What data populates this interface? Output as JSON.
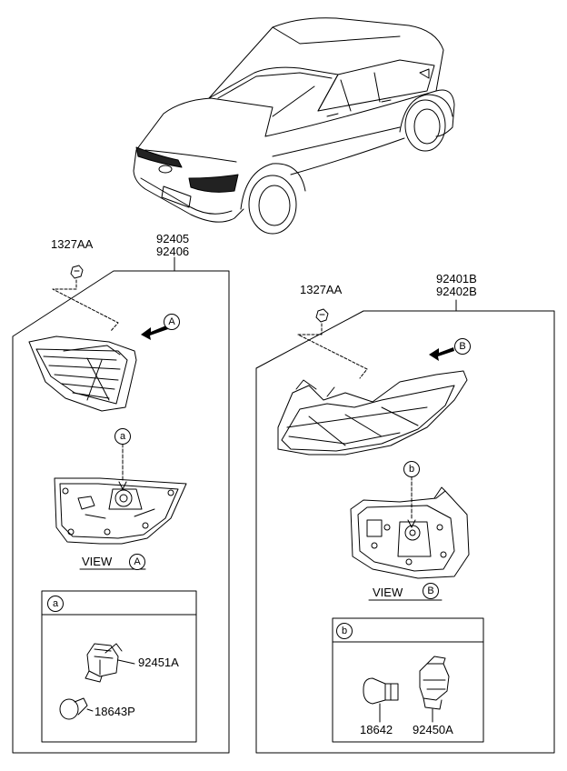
{
  "diagram": {
    "left_assembly": {
      "part_numbers": [
        "92405",
        "92406"
      ],
      "nut_label": "1327AA",
      "arrow_marker": "A",
      "view_word": "VIEW",
      "view_marker": "A",
      "callout_marker": "a",
      "inset": {
        "marker": "a",
        "parts": [
          {
            "label": "92451A",
            "icon": "bulb-socket-icon"
          },
          {
            "label": "18643P",
            "icon": "wedge-bulb-icon"
          }
        ]
      }
    },
    "right_assembly": {
      "part_numbers": [
        "92401B",
        "92402B"
      ],
      "nut_label": "1327AA",
      "arrow_marker": "B",
      "view_word": "VIEW",
      "view_marker": "B",
      "callout_marker": "b",
      "inset": {
        "marker": "b",
        "parts": [
          {
            "label": "18642",
            "icon": "bulb-icon"
          },
          {
            "label": "92450A",
            "icon": "bulb-socket-icon"
          }
        ]
      }
    }
  }
}
